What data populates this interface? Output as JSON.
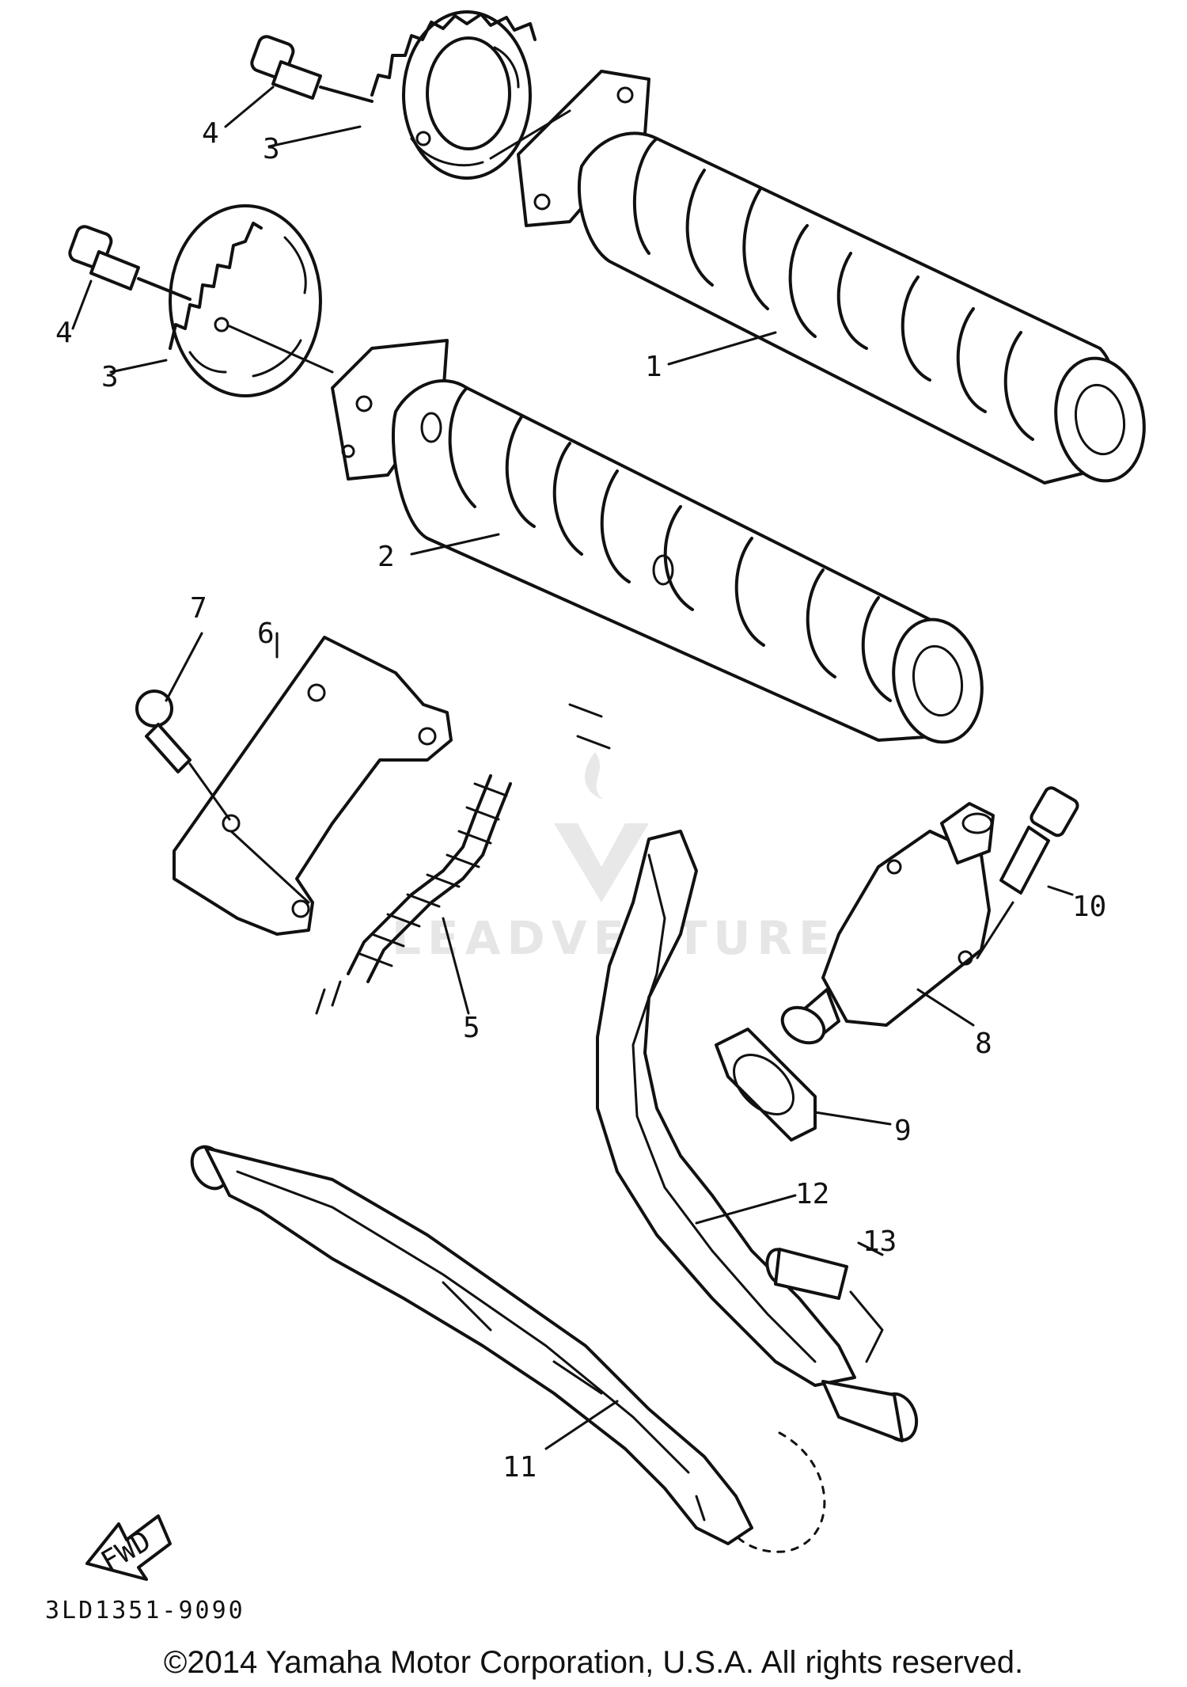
{
  "callouts": {
    "c1": "1",
    "c2": "2",
    "c3a": "3",
    "c3b": "3",
    "c4a": "4",
    "c4b": "4",
    "c5": "5",
    "c6": "6",
    "c7": "7",
    "c8": "8",
    "c9": "9",
    "c10": "10",
    "c11": "11",
    "c12": "12",
    "c13": "13"
  },
  "fwd_label": "FWD",
  "reference_code": "3LD1351-9090",
  "watermark": "LEADVENTURE",
  "copyright": "©2014 Yamaha Motor Corporation, U.S.A. All rights reserved."
}
